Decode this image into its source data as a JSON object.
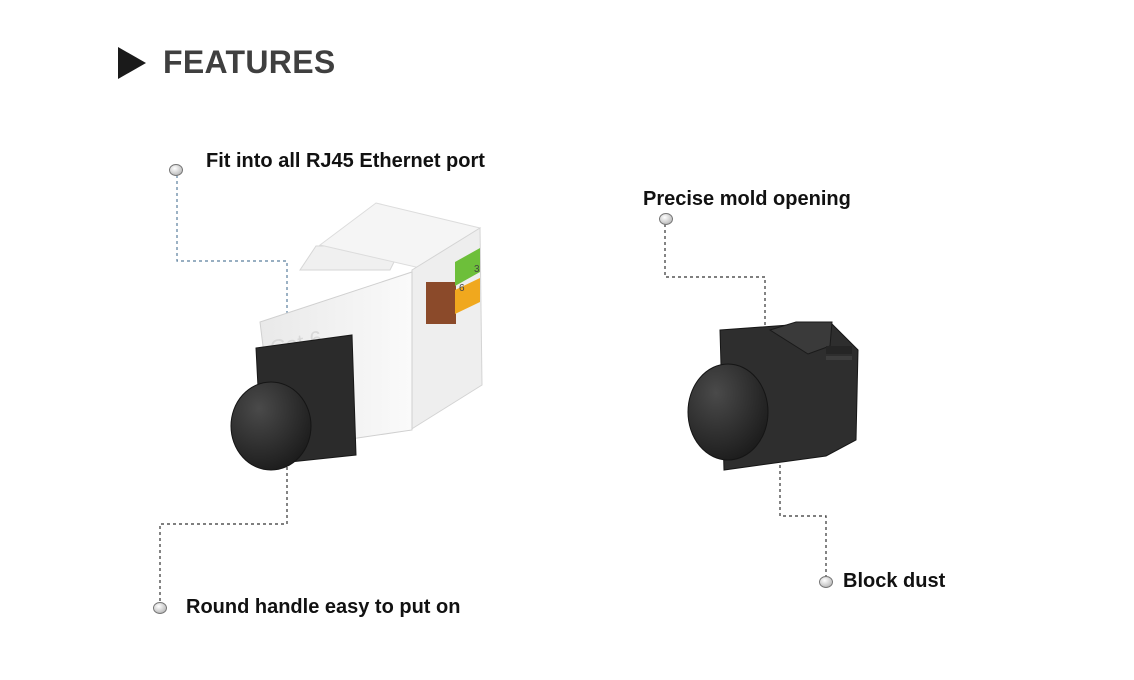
{
  "header": {
    "title": "FEATURES",
    "icon": "play-triangle-icon"
  },
  "callouts": {
    "fit_port": "Fit into all RJ45 Ethernet port",
    "round_handle": "Round handle easy to put on",
    "precise_mold": "Precise mold opening",
    "block_dust": "Block dust"
  },
  "left_product": {
    "jack_label": "Cat 6",
    "pin_numbers": [
      "3",
      "6"
    ]
  },
  "colors": {
    "heading": "#3f3f3f",
    "jack_body": "#f2f2f2",
    "dust_cap": "#2a2a2a",
    "leader_blue": "#5b7f9e",
    "leader_dark": "#333333"
  }
}
